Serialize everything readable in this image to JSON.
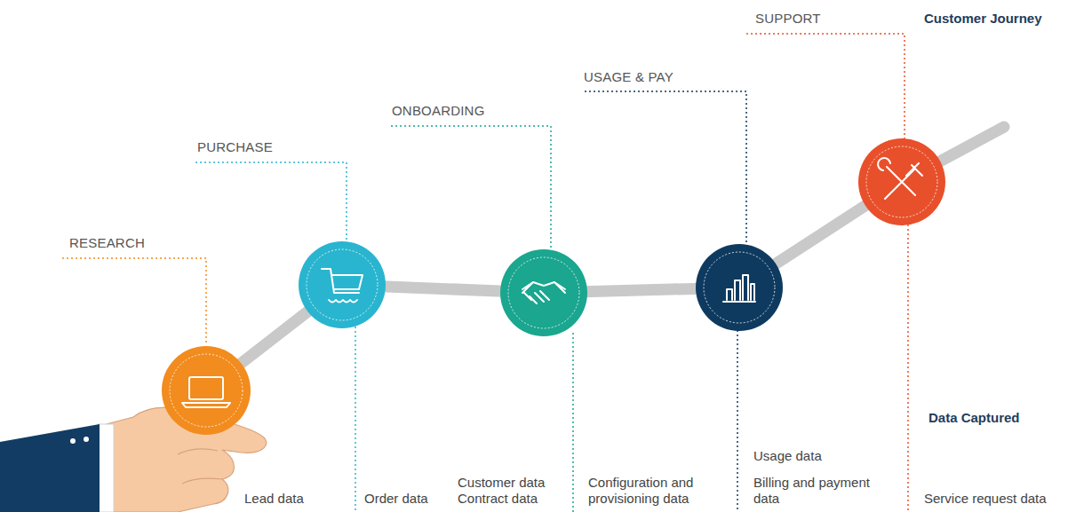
{
  "diagram": {
    "title": "Customer Journey",
    "labels": [
      "RESEARCH",
      "PURCHASE",
      "ONBOARDING",
      "USAGE & PAY",
      "SUPPORT",
      "Data Captured",
      "Lead data",
      "Order data",
      "Customer data",
      "Contract data",
      "Configuration and provisioning data",
      "Usage data",
      "Billing and payment data",
      "Service request data"
    ]
  }
}
